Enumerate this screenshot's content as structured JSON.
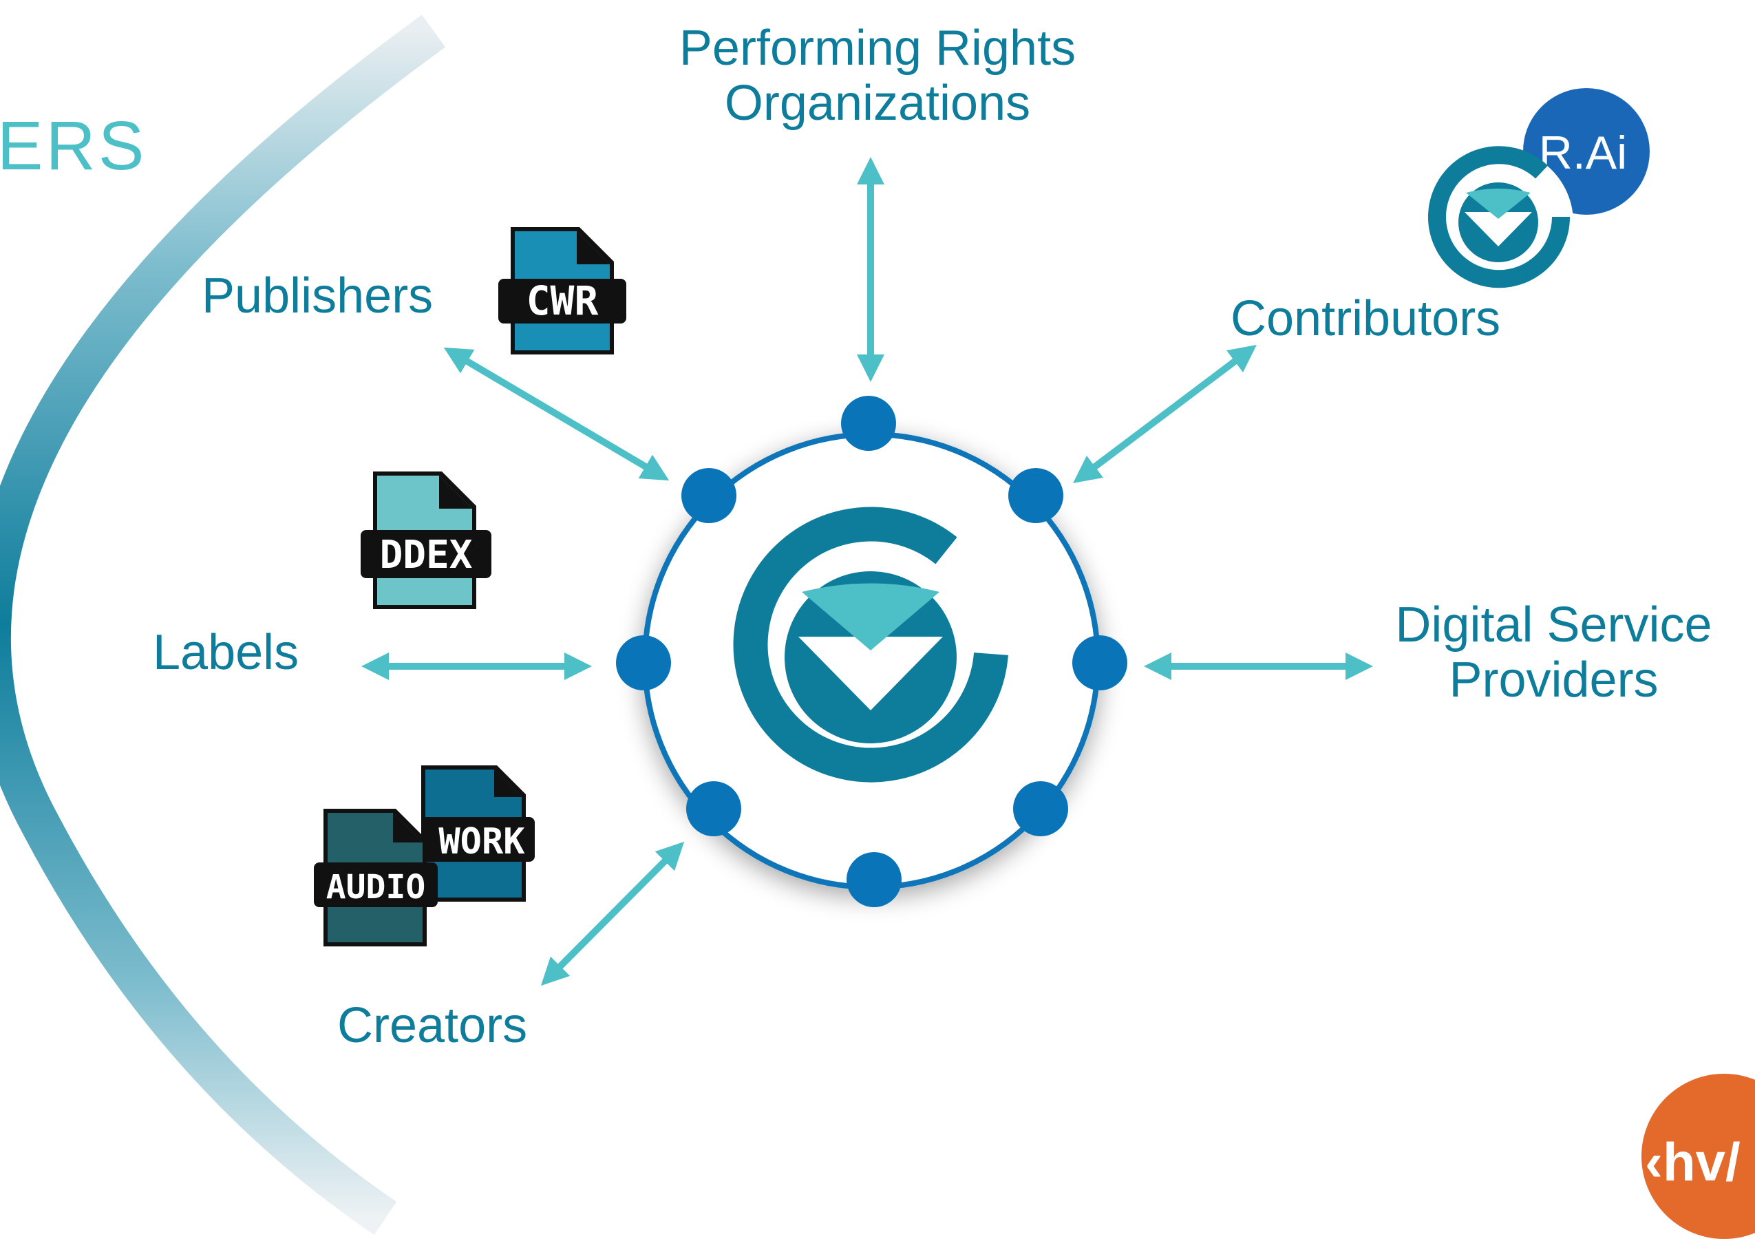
{
  "title_partial": "IERS",
  "arc_label": "Owners",
  "labels": {
    "pro": [
      "Performing Rights",
      "Organizations"
    ],
    "publishers": "Publishers",
    "contributors": "Contributors",
    "labels": "Labels",
    "dsp": [
      "Digital Service",
      "Providers"
    ],
    "creators": "Creators"
  },
  "file_badges": {
    "cwr": "CWR",
    "ddex": "DDEX",
    "work": "WORK",
    "audio": "AUDIO"
  },
  "logos": {
    "rai": "R.Ai",
    "hv": "‹hv/"
  },
  "colors": {
    "teal": "#4cc0c6",
    "blue": "#0e7d9c",
    "node": "#0a74b8",
    "dark_teal": "#236068",
    "orange": "#e36a2a"
  }
}
